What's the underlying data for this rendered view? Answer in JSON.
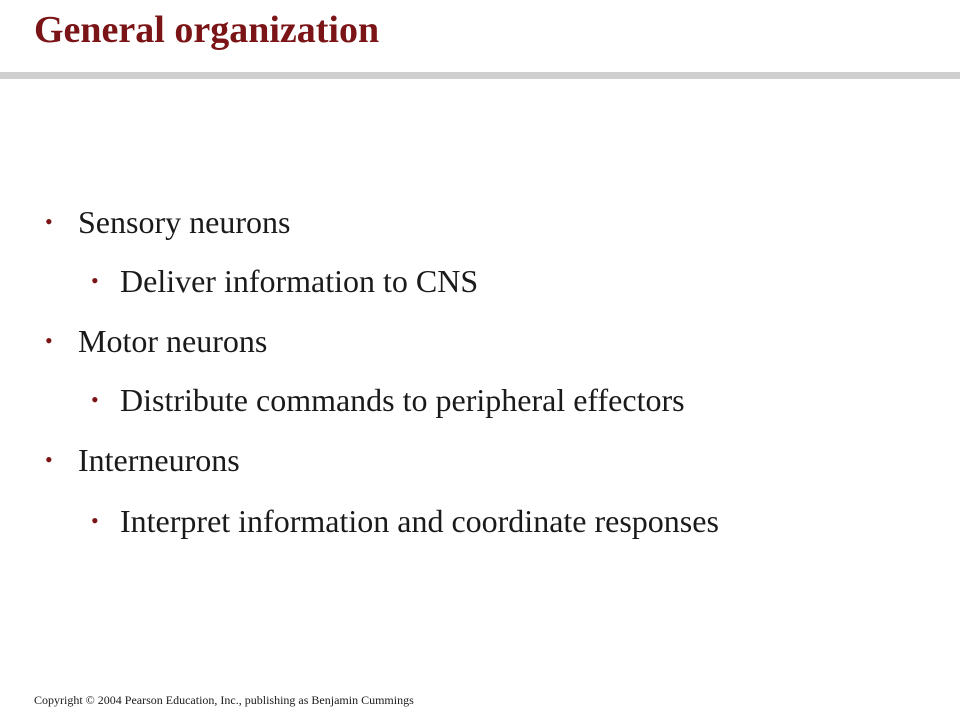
{
  "slide": {
    "title": "General organization",
    "accent_color": "#7b1416",
    "rule_color": "#cfcfcf",
    "bullets": [
      {
        "level": 1,
        "text": "Sensory neurons"
      },
      {
        "level": 2,
        "text": "Deliver information to CNS"
      },
      {
        "level": 1,
        "text": "Motor neurons"
      },
      {
        "level": 2,
        "text": "Distribute commands to peripheral effectors"
      },
      {
        "level": 1,
        "text": "Interneurons"
      },
      {
        "level": 2,
        "text": "Interpret information and coordinate responses"
      }
    ],
    "bullet_glyph": "•",
    "copyright": "Copyright © 2004 Pearson Education, Inc., publishing as Benjamin Cummings"
  }
}
